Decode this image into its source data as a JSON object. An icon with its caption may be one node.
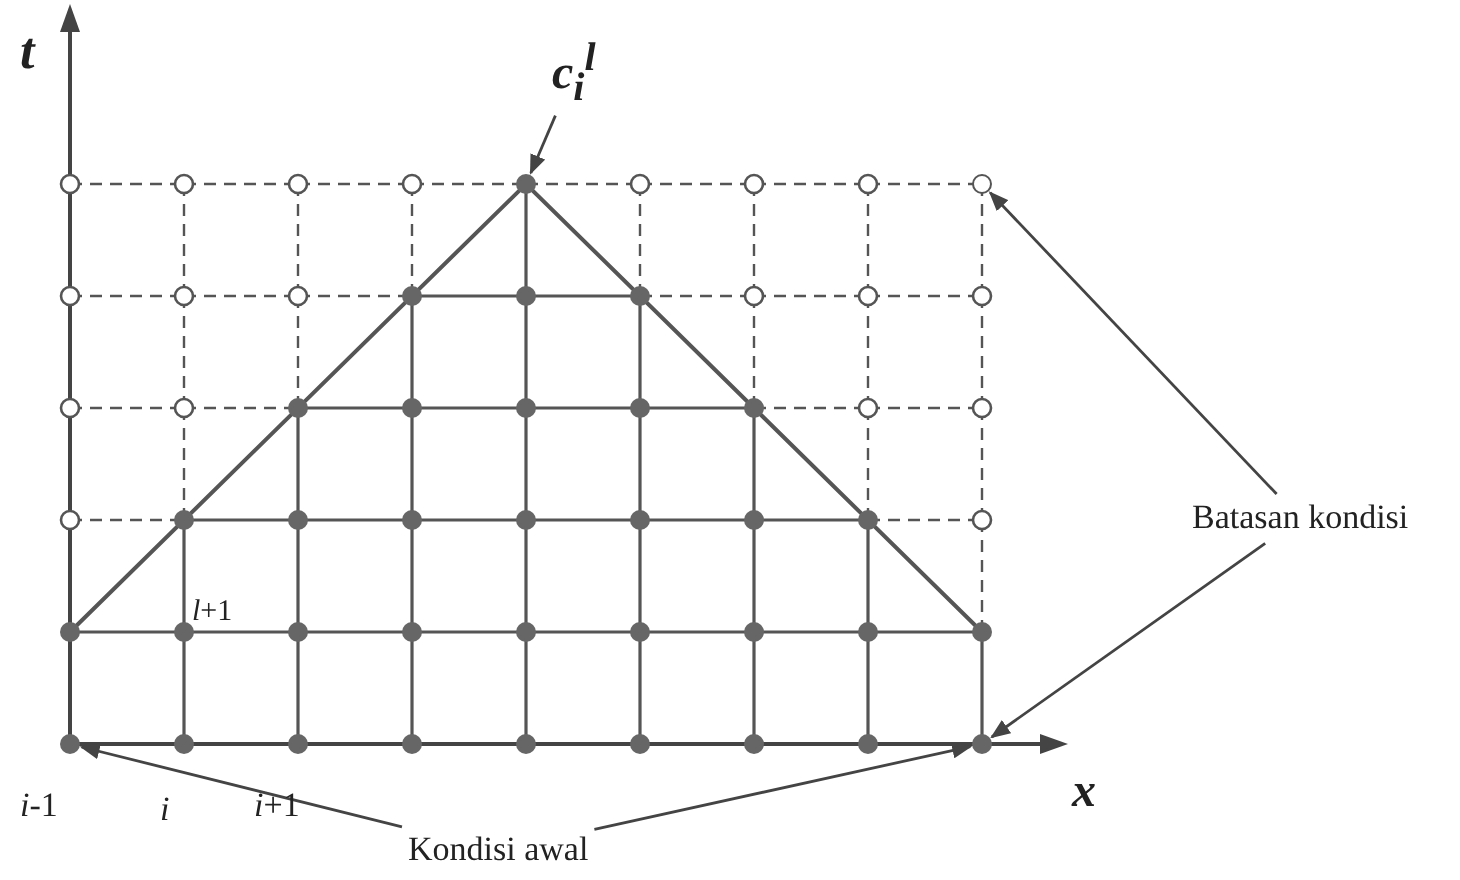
{
  "diagram": {
    "nodes": [
      {
        "text": [
          "c$_{i}$$^{l}$"
        ]
      },
      {
        "text": [],
        "shape": "circle"
      },
      {
        "text": [
          "Batasan kondisi"
        ]
      },
      {
        "text": [],
        "shape": "circle"
      },
      {
        "text": [],
        "shape": "circle"
      },
      {
        "text": [
          "Kondisi awal"
        ]
      },
      {
        "text": [],
        "shape": "circle"
      }
    ],
    "edges": [
      {
        "from": 0,
        "to": 1,
        "arrow": "to"
      },
      {
        "from": 2,
        "to": 3,
        "arrow": "to"
      },
      {
        "from": 2,
        "to": 4,
        "arrow": "to"
      },
      {
        "from": 5,
        "to": 6,
        "arrow": "to"
      },
      {
        "from": 5,
        "to": 4,
        "arrow": "to"
      }
    ],
    "labels": [
      "t",
      "*l*+1",
      "x",
      "*i*-1",
      "*i*",
      "*i*+1"
    ]
  }
}
